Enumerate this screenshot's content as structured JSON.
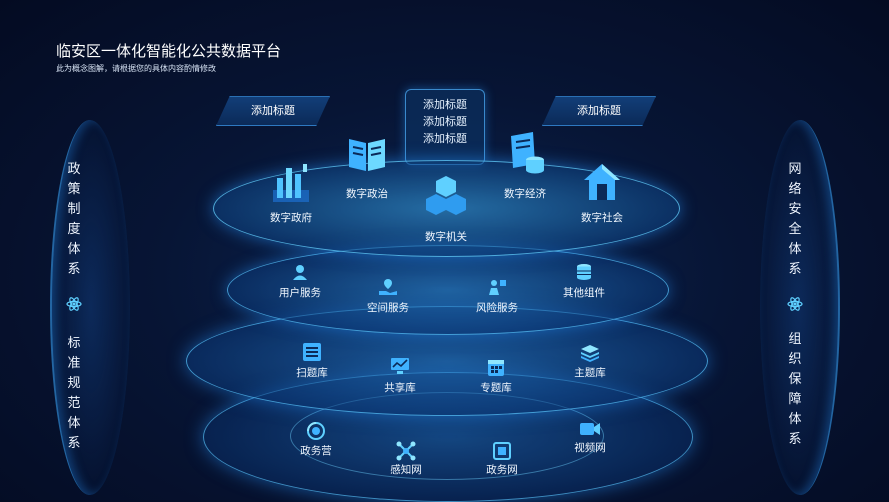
{
  "header": {
    "title": "临安区一体化智能化公共数据平台",
    "subtitle": "此为概念图解，请根据您的具体内容酌情修改"
  },
  "left_pillar": {
    "top_chars": [
      "政",
      "策",
      "制",
      "度",
      "体",
      "系"
    ],
    "bottom_chars": [
      "标",
      "准",
      "规",
      "范",
      "体",
      "系"
    ]
  },
  "right_pillar": {
    "top_chars": [
      "网",
      "络",
      "安",
      "全",
      "体",
      "系"
    ],
    "bottom_chars": [
      "组",
      "织",
      "保",
      "障",
      "体",
      "系"
    ]
  },
  "banners": {
    "left": "添加标题",
    "right": "添加标题",
    "center": [
      "添加标题",
      "添加标题",
      "添加标题"
    ]
  },
  "layer1": [
    "数字政府",
    "数字政治",
    "数字机关",
    "数字经济",
    "数字社会"
  ],
  "layer2": [
    "用户服务",
    "空间服务",
    "风险服务",
    "其他组件"
  ],
  "layer3": [
    "扫题库",
    "共享库",
    "专题库",
    "主题库"
  ],
  "layer4": [
    "政务营",
    "感知网",
    "政务网",
    "视频网"
  ],
  "colors": {
    "accent": "#2fa8ff",
    "glow": "#5fd0ff",
    "background": "#06122e"
  }
}
